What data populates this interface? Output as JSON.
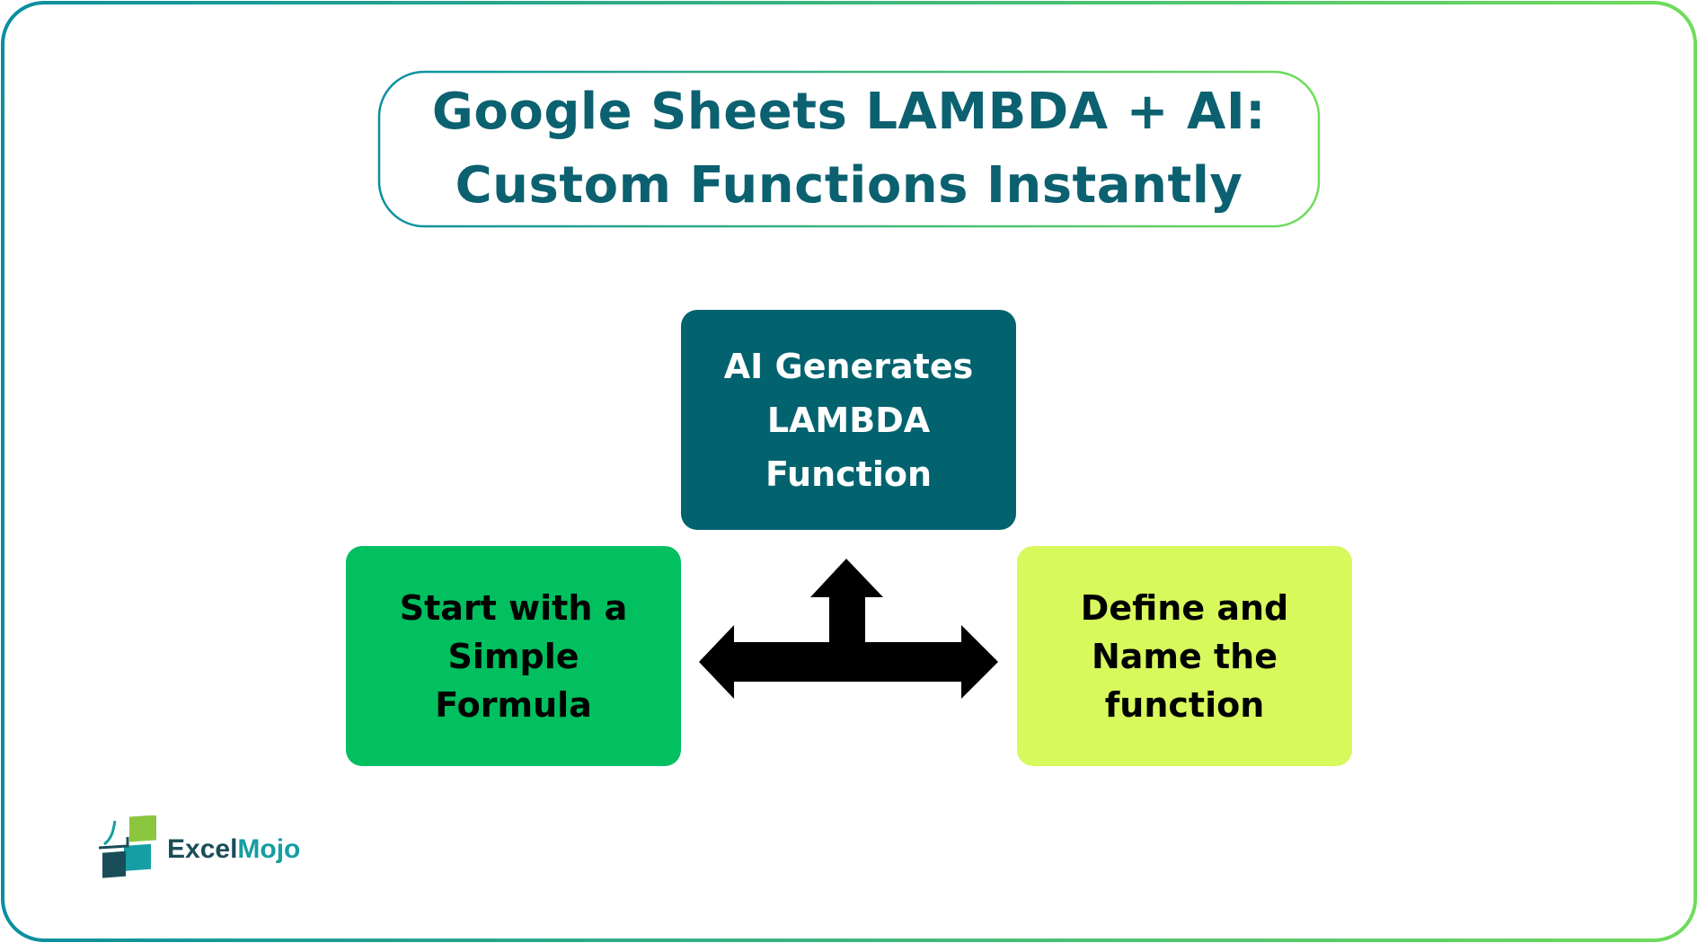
{
  "title": {
    "line1": "Google Sheets LAMBDA + AI:",
    "line2": "Custom Functions Instantly"
  },
  "nodes": {
    "top": {
      "lines": [
        "AI Generates",
        "LAMBDA",
        "Function"
      ],
      "bg_color": "#02636f",
      "text_color": "#ffffff"
    },
    "left": {
      "lines": [
        "Start with a",
        "Simple",
        "Formula"
      ],
      "bg_color": "#02bf5f",
      "text_color": "#000000"
    },
    "right": {
      "lines": [
        "Define and",
        "Name the",
        "function"
      ],
      "bg_color": "#d7f95c",
      "text_color": "#000000"
    }
  },
  "logo": {
    "part1": "Excel",
    "part2": "Mojo"
  },
  "colors": {
    "title_text": "#0b6170",
    "frame_gradient_start": "#0a8fa0",
    "frame_gradient_end": "#6fdc5a",
    "arrow": "#000000",
    "logo_dark": "#1a4d5a",
    "logo_teal": "#159ea3",
    "logo_green": "#8cc63f"
  }
}
